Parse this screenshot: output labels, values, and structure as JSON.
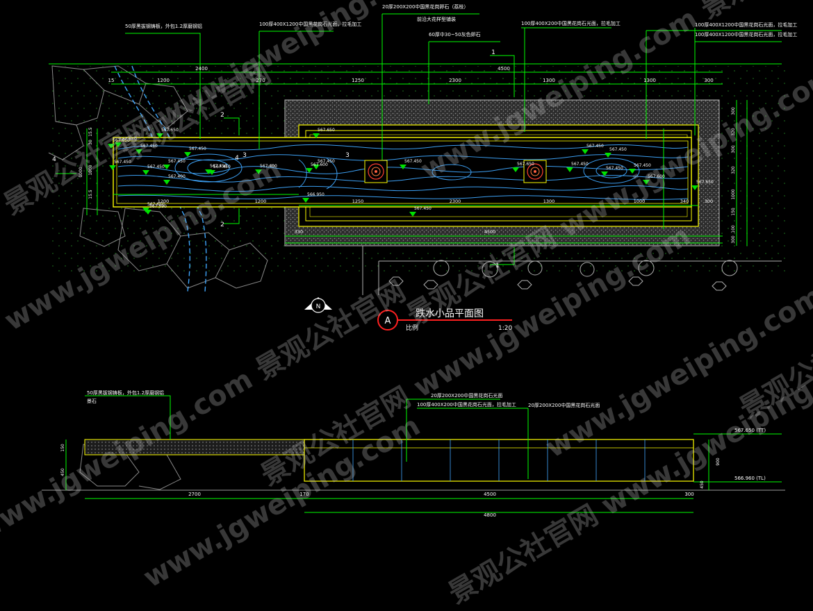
{
  "drawing": {
    "title": "跌水小品平面图",
    "scale_label": "比例",
    "scale_value": "1:20",
    "section_mark": "A",
    "north_mark": "N"
  },
  "plan_notes": [
    "50厚黑拔钢铸板，外包1.2厚磨钢铝",
    "100厚400X1200中国黑花岗石光面，拉毛加工",
    "20厚200X200中国黑花岗卵石（荔枝）",
    "前沿大花样型铺装",
    "60厚中30~50灰色卵石",
    "100厚400X200中国黑花岗石光面，拉毛加工",
    "100厚400X1200中国黑花岗石光面，拉毛加工",
    "100厚400X1200中国黑花岗石光面，拉毛加工"
  ],
  "plan_dims_top": [
    "15",
    "1200",
    "270",
    "1250",
    "2300",
    "1300",
    "1300",
    "300"
  ],
  "plan_overall_top": [
    "2400",
    "4500"
  ],
  "plan_dims_bottom": [
    "1200",
    "1200",
    "1250",
    "2300",
    "1300",
    "1000",
    "340",
    "300"
  ],
  "plan_overall_bottom": [
    "330",
    "4500"
  ],
  "left_dims": [
    "15.5",
    "30",
    "1000",
    "15.5",
    "1000",
    "1005"
  ],
  "right_dims": [
    "300",
    "320",
    "300",
    "320",
    "1000",
    "150",
    "100",
    "300"
  ],
  "section_cuts": [
    "1",
    "2",
    "3",
    "4",
    "2",
    "3",
    "4",
    "1"
  ],
  "elevations": [
    "567.650",
    "567.650",
    "567.650",
    "567.450",
    "567.450",
    "567.450",
    "567.450",
    "567.400",
    "567.450",
    "567.450",
    "567.400",
    "567.450",
    "567.450",
    "567.650",
    "567.450",
    "567.450",
    "567.450",
    "567.450",
    "567.650",
    "567.450",
    "567.450",
    "566.950",
    "567.650",
    "567.600",
    "567.450",
    "567.600",
    "567.650",
    "567.590"
  ],
  "elevation_view": {
    "notes": [
      "50厚黑拔钢铸板，外包1.2厚磨钢铝",
      "景石",
      "20厚200X200中国黑花岗石光面",
      "100厚400X200中国黑花岗石光面，拉毛加工",
      "20厚200X200中国黑花岗石光面"
    ],
    "dims_bottom": [
      "2700",
      "170",
      "4500",
      "300"
    ],
    "overall_bottom": [
      "4800"
    ],
    "left_dims": [
      "150",
      "450"
    ],
    "right_dims": [
      "900",
      "450"
    ],
    "levels": [
      "567.650 (TT)",
      "566.960 (TL)"
    ]
  },
  "watermarks": [
    "景观公社官网 www.jgweiping.com",
    "www.jgweiping.com 景观公社官网",
    "景观公社官网",
    "www.jgweiping.com"
  ],
  "colors": {
    "background": "#000000",
    "outline": "#ffff00",
    "dimension": "#00ff00",
    "contour": "#40a8ff",
    "section_circle": "#ff0000",
    "text": "#ffffff"
  }
}
